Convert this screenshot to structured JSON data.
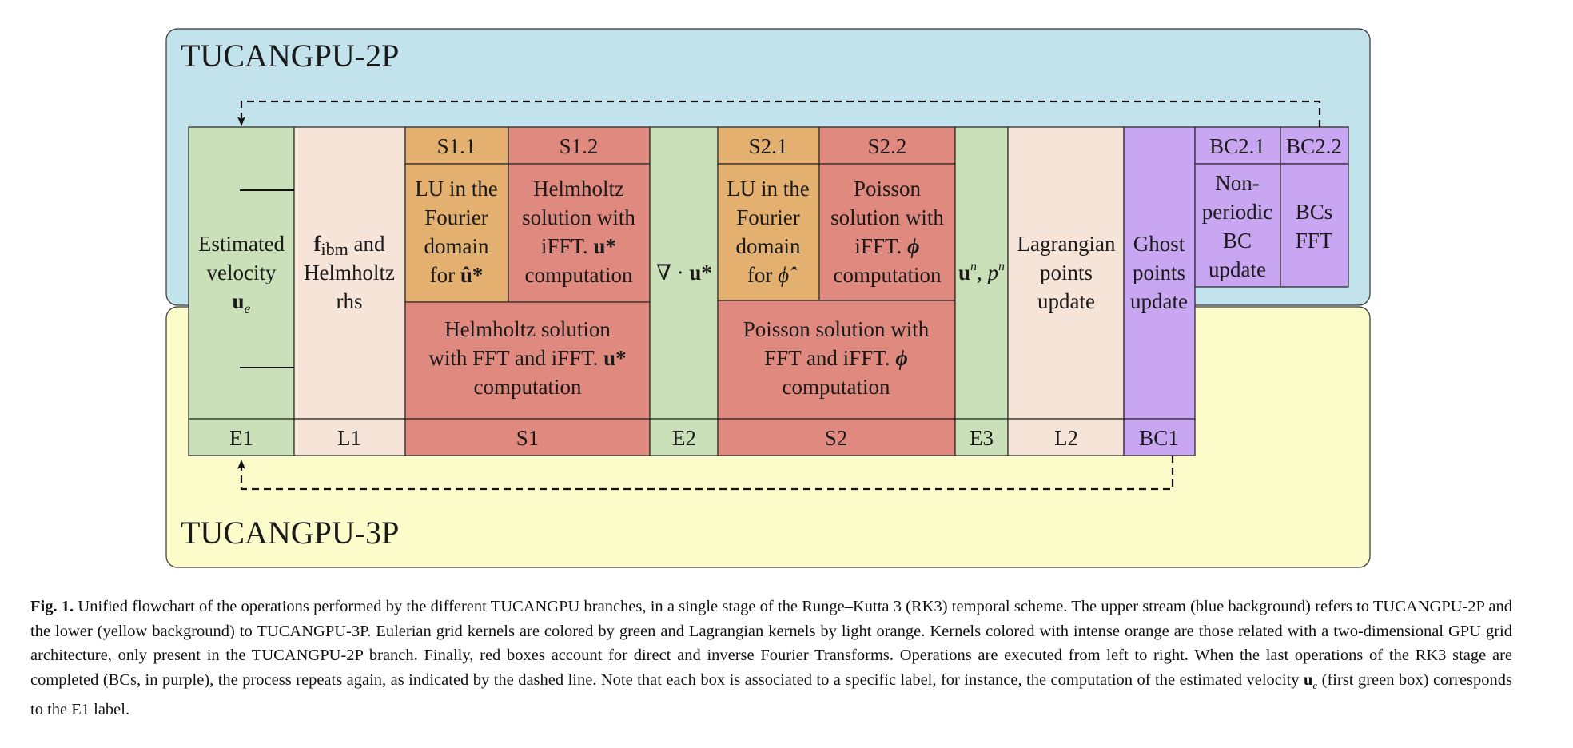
{
  "figure": {
    "top_panel_title": "TUCANGPU-2P",
    "bottom_panel_title": "TUCANGPU-3P",
    "colors": {
      "top_panel_bg": "#c2e2ec",
      "bottom_panel_bg": "#fcfccb",
      "eulerian_green": "#c9e0b8",
      "lagrangian_light_orange": "#f7e4d9",
      "intense_orange": "#e3b06f",
      "red": "#e08a7f",
      "purple": "#c9a6f2"
    },
    "boxes": {
      "e1": {
        "line1": "Estimated",
        "line2": "velocity",
        "line3": "u",
        "line3_sub": "e"
      },
      "l1": {
        "line1_bold": "f",
        "line1_sub": "ibm",
        "line1_rest": " and",
        "line2": "Helmholtz",
        "line3": "rhs"
      },
      "s11": {
        "header": "S1.1",
        "line1": "LU in the",
        "line2": "Fourier",
        "line3": "domain",
        "line4": "for ",
        "line4_sym": "û*"
      },
      "s12": {
        "header": "S1.2",
        "line1": "Helmholtz",
        "line2": "solution with",
        "line3": "iFFT. ",
        "line3_sym": "u*",
        "line4": "computation"
      },
      "s1_lower": {
        "line1": "Helmholtz solution",
        "line2": "with FFT and iFFT. ",
        "line2_sym": "u*",
        "line3": "computation"
      },
      "e2": {
        "text_prefix": "∇ · ",
        "text_sym": "u*"
      },
      "s21": {
        "header": "S2.1",
        "line1": "LU in the",
        "line2": "Fourier",
        "line3": "domain",
        "line4": "for ",
        "line4_sym": "ϕ̂"
      },
      "s22": {
        "header": "S2.2",
        "line1": "Poisson",
        "line2": "solution with",
        "line3": "iFFT. ",
        "line3_sym": "ϕ",
        "line4": "computation"
      },
      "s2_lower": {
        "line1": "Poisson solution with",
        "line2": "FFT and iFFT. ",
        "line2_sym": "ϕ",
        "line3": "computation"
      },
      "e3": {
        "text_u": "u",
        "text_sup1": "n",
        "text_mid": ", p",
        "text_sup2": "n"
      },
      "l2": {
        "line1": "Lagrangian",
        "line2": "points",
        "line3": "update"
      },
      "bc1": {
        "line1": "Ghost",
        "line2": "points",
        "line3": "update"
      },
      "bc21": {
        "header": "BC2.1",
        "line1": "Non-",
        "line2": "periodic",
        "line3": "BC",
        "line4": "update"
      },
      "bc22": {
        "header": "BC2.2",
        "line1": "BCs",
        "line2": "FFT"
      }
    },
    "labels": [
      "E1",
      "L1",
      "S1",
      "E2",
      "S2",
      "E3",
      "L2",
      "BC1"
    ]
  },
  "caption": {
    "fig_label": "Fig. 1.",
    "part1": " Unified flowchart of the operations performed by the different TUCANGPU branches, in a single stage of the Runge–Kutta 3 (RK3) temporal scheme. The upper stream (blue background) refers to TUCANGPU-2P and the lower (yellow background) to TUCANGPU-3P. Eulerian grid kernels are colored by green and Lagrangian kernels by light orange. Kernels colored with intense orange are those related with a two-dimensional GPU grid architecture, only present in the TUCANGPU-2P branch. Finally, red boxes account for direct and inverse Fourier Transforms. Operations are executed from left to right. When the last operations of the RK3 stage are completed (BCs, in purple), the process repeats again, as indicated by the dashed line. Note that each box is associated to a specific label, for instance, the computation of the estimated velocity ",
    "u_symbol": "u",
    "u_sub": "e",
    "part2": " (first green box) corresponds to the E1 label."
  }
}
